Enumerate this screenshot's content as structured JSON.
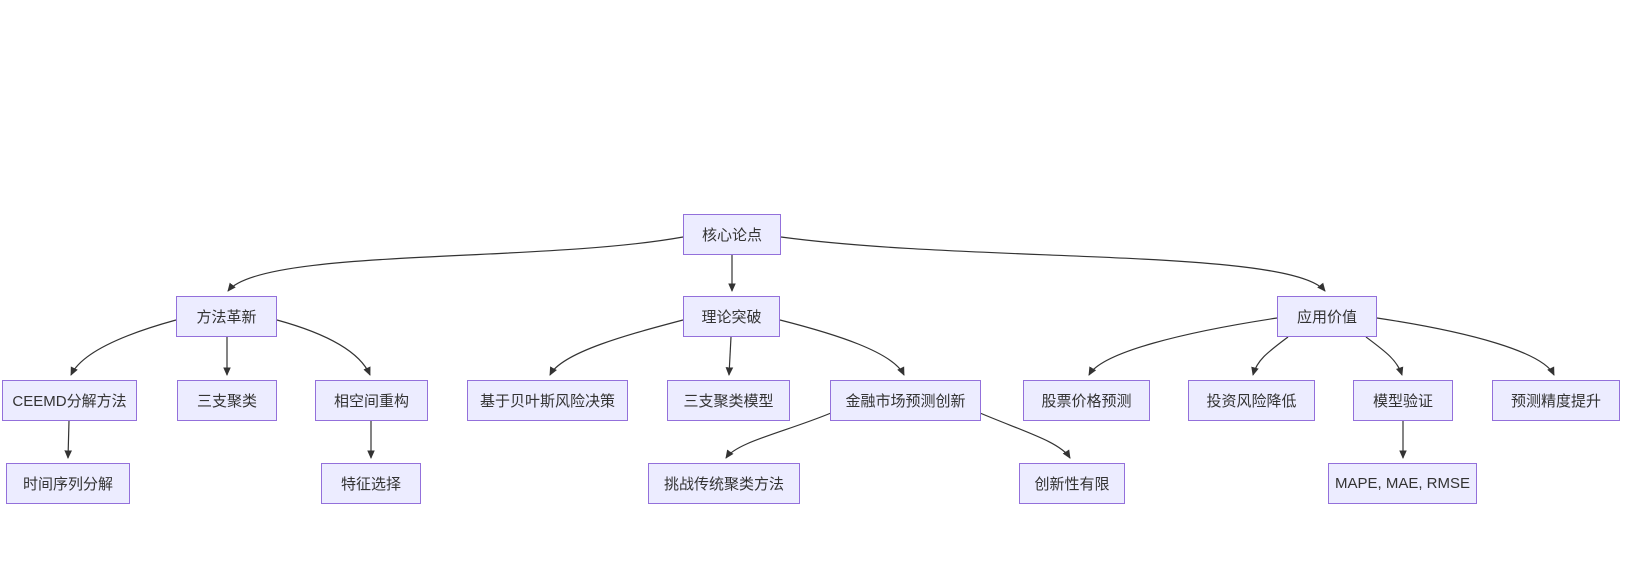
{
  "diagram": {
    "type": "flowchart",
    "direction": "top-down",
    "nodes": {
      "root": {
        "label": "核心论点"
      },
      "method": {
        "label": "方法革新"
      },
      "theory": {
        "label": "理论突破"
      },
      "application": {
        "label": "应用价值"
      },
      "ceemd": {
        "label": "CEEMD分解方法"
      },
      "three_way": {
        "label": "三支聚类"
      },
      "phase_space": {
        "label": "相空间重构"
      },
      "bayes": {
        "label": "基于贝叶斯风险决策"
      },
      "twc_model": {
        "label": "三支聚类模型"
      },
      "fin_innovation": {
        "label": "金融市场预测创新"
      },
      "stock": {
        "label": "股票价格预测"
      },
      "risk": {
        "label": "投资风险降低"
      },
      "validation": {
        "label": "模型验证"
      },
      "accuracy": {
        "label": "预测精度提升"
      },
      "ts_decomp": {
        "label": "时间序列分解"
      },
      "feature": {
        "label": "特征选择"
      },
      "challenge": {
        "label": "挑战传统聚类方法"
      },
      "novelty": {
        "label": "创新性有限"
      },
      "metrics": {
        "label": "MAPE, MAE, RMSE"
      }
    },
    "edges": [
      {
        "from": "核心论点",
        "to": "方法革新"
      },
      {
        "from": "核心论点",
        "to": "理论突破"
      },
      {
        "from": "核心论点",
        "to": "应用价值"
      },
      {
        "from": "方法革新",
        "to": "CEEMD分解方法"
      },
      {
        "from": "方法革新",
        "to": "三支聚类"
      },
      {
        "from": "方法革新",
        "to": "相空间重构"
      },
      {
        "from": "理论突破",
        "to": "基于贝叶斯风险决策"
      },
      {
        "from": "理论突破",
        "to": "三支聚类模型"
      },
      {
        "from": "理论突破",
        "to": "金融市场预测创新"
      },
      {
        "from": "应用价值",
        "to": "股票价格预测"
      },
      {
        "from": "应用价值",
        "to": "投资风险降低"
      },
      {
        "from": "应用价值",
        "to": "模型验证"
      },
      {
        "from": "应用价值",
        "to": "预测精度提升"
      },
      {
        "from": "CEEMD分解方法",
        "to": "时间序列分解"
      },
      {
        "from": "相空间重构",
        "to": "特征选择"
      },
      {
        "from": "金融市场预测创新",
        "to": "挑战传统聚类方法"
      },
      {
        "from": "金融市场预测创新",
        "to": "创新性有限"
      },
      {
        "from": "模型验证",
        "to": "MAPE, MAE, RMSE"
      }
    ],
    "colors": {
      "background": "#FFFFFF",
      "node_fill": "#ECECFF",
      "node_border": "#9370DB",
      "edge": "#333333",
      "text": "#333333"
    }
  }
}
